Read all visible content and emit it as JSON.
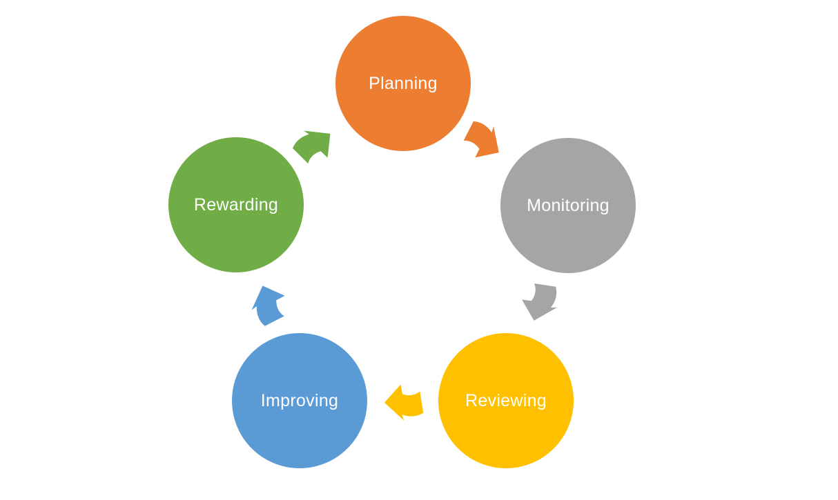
{
  "diagram": {
    "type": "cycle-diagram",
    "background_color": "#FFFFFF",
    "label_text_color": "#FFFFFF",
    "nodes": [
      {
        "id": "planning",
        "label": "Planning",
        "color": "#ED7D31",
        "position": "top"
      },
      {
        "id": "monitoring",
        "label": "Monitoring",
        "color": "#A5A5A5",
        "position": "right"
      },
      {
        "id": "reviewing",
        "label": "Reviewing",
        "color": "#FFC000",
        "position": "bottom-right"
      },
      {
        "id": "improving",
        "label": "Improving",
        "color": "#5B9BD5",
        "position": "bottom-left"
      },
      {
        "id": "rewarding",
        "label": "Rewarding",
        "color": "#70AD47",
        "position": "left"
      }
    ],
    "arrows": [
      {
        "from": "Planning",
        "to": "Monitoring",
        "color": "#ED7D31",
        "direction": "down-right"
      },
      {
        "from": "Monitoring",
        "to": "Reviewing",
        "color": "#A5A5A5",
        "direction": "down-left"
      },
      {
        "from": "Reviewing",
        "to": "Improving",
        "color": "#FFC000",
        "direction": "left"
      },
      {
        "from": "Improving",
        "to": "Rewarding",
        "color": "#5B9BD5",
        "direction": "up-left"
      },
      {
        "from": "Rewarding",
        "to": "Planning",
        "color": "#70AD47",
        "direction": "up-right"
      }
    ]
  }
}
